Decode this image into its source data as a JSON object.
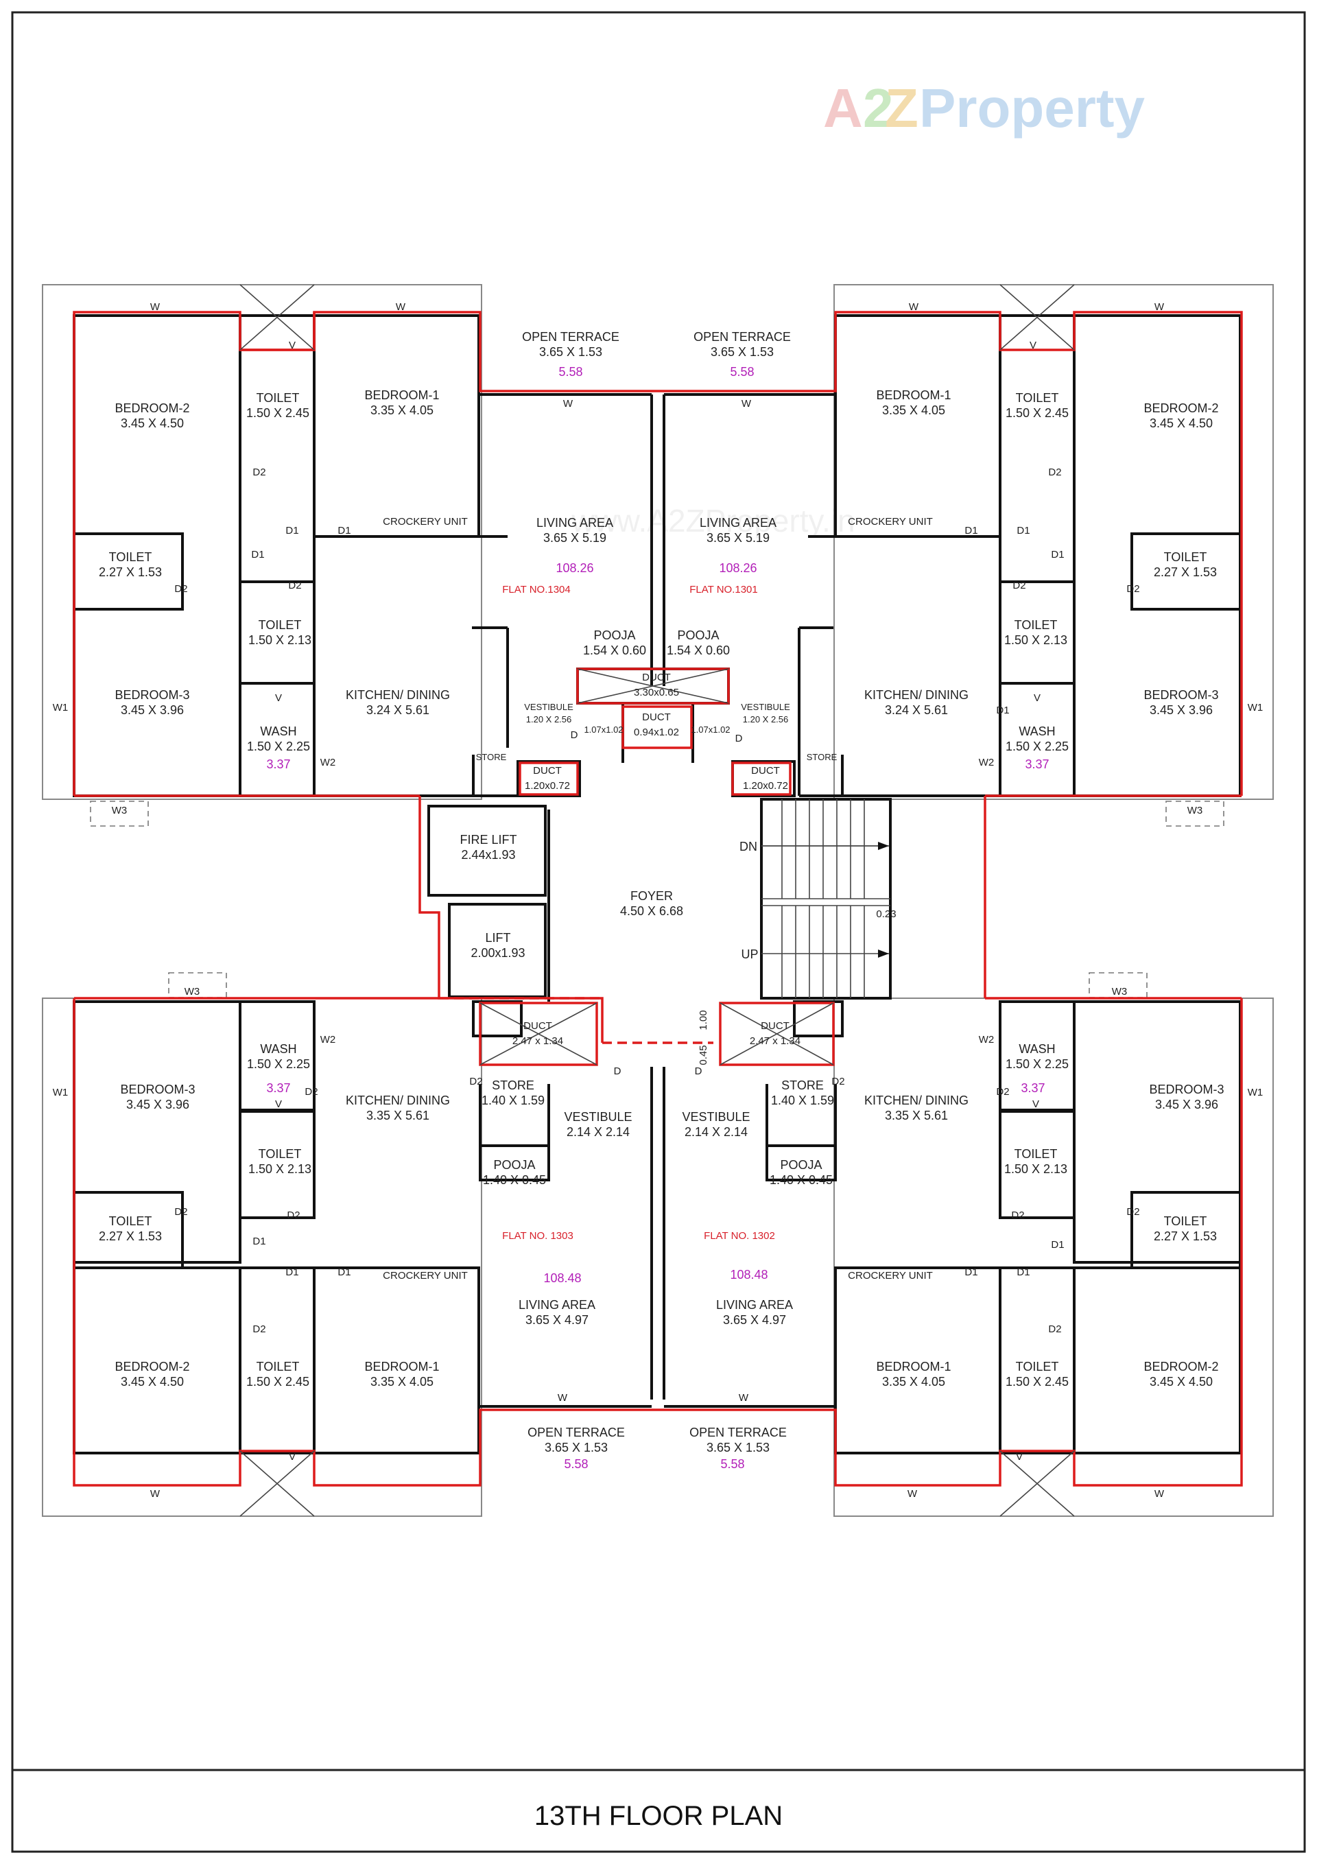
{
  "watermark": {
    "logo_a": "A",
    "logo_2": "2",
    "logo_z": "Z",
    "logo_rest": " Property",
    "text": "www.A2ZProperty.in"
  },
  "title": "13TH FLOOR PLAN",
  "colors": {
    "red_outline": "#dd1c1c",
    "magenta_area": "#b21fb8",
    "wall": "#111111"
  },
  "core": {
    "fire_lift": {
      "name": "FIRE LIFT",
      "size": "2.44x1.93"
    },
    "lift": {
      "name": "LIFT",
      "size": "2.00x1.93"
    },
    "foyer": {
      "name": "FOYER",
      "size": "4.50 X 6.68"
    },
    "stair_dn": "DN",
    "stair_up": "UP",
    "dim_023": "0.23",
    "dim_100": "1.00",
    "dim_045": "0.45",
    "duct_top": {
      "name": "DUCT",
      "size": "3.30x0.65"
    },
    "duct_mid": {
      "name": "DUCT",
      "size": "0.94x1.02"
    },
    "duct_left": {
      "name": "DUCT",
      "size": "1.20x0.72"
    },
    "duct_right": {
      "name": "DUCT",
      "size": "1.20x0.72"
    },
    "dim_107a": "1.07x1.02",
    "dim_107b": "1.07x1.02",
    "duct_bl": {
      "name": "DUCT",
      "size": "2.47 x 1.34"
    },
    "duct_br": {
      "name": "DUCT",
      "size": "2.47 x 1.34"
    }
  },
  "labels": {
    "w": "W",
    "w1": "W1",
    "w2": "W2",
    "w3": "W3",
    "v": "V",
    "d": "D",
    "d1": "D1",
    "d2": "D2",
    "store": "STORE"
  },
  "flats": {
    "f1304": {
      "flat": "FLAT NO.1304",
      "area": "108.26",
      "bed2": {
        "name": "BEDROOM-2",
        "size": "3.45 X 4.50"
      },
      "toilet_b2": {
        "name": "TOILET",
        "size": "1.50 X 2.45"
      },
      "bed1": {
        "name": "BEDROOM-1",
        "size": "3.35 X 4.05"
      },
      "terrace": {
        "name": "OPEN TERRACE",
        "size": "3.65 X 1.53",
        "area": "5.58"
      },
      "crockery": "CROCKERY UNIT",
      "living": {
        "name": "LIVING AREA",
        "size": "3.65 X 5.19"
      },
      "toilet_side": {
        "name": "TOILET",
        "size": "2.27 X 1.53"
      },
      "toilet_b3": {
        "name": "TOILET",
        "size": "1.50 X 2.13"
      },
      "bed3": {
        "name": "BEDROOM-3",
        "size": "3.45 X 3.96"
      },
      "wash": {
        "name": "WASH",
        "size": "1.50 X 2.25",
        "area": "3.37"
      },
      "kitchen": {
        "name": "KITCHEN/ DINING",
        "size": "3.24 X 5.61"
      },
      "pooja": {
        "name": "POOJA",
        "size": "1.54 X 0.60"
      },
      "vestibule": {
        "name": "VESTIBULE",
        "size": "1.20 X 2.56"
      }
    },
    "f1301": {
      "flat": "FLAT NO.1301",
      "area": "108.26",
      "bed2": {
        "name": "BEDROOM-2",
        "size": "3.45 X 4.50"
      },
      "toilet_b2": {
        "name": "TOILET",
        "size": "1.50 X 2.45"
      },
      "bed1": {
        "name": "BEDROOM-1",
        "size": "3.35 X 4.05"
      },
      "terrace": {
        "name": "OPEN TERRACE",
        "size": "3.65 X 1.53",
        "area": "5.58"
      },
      "crockery": "CROCKERY UNIT",
      "living": {
        "name": "LIVING AREA",
        "size": "3.65 X 5.19"
      },
      "toilet_side": {
        "name": "TOILET",
        "size": "2.27 X 1.53"
      },
      "toilet_b3": {
        "name": "TOILET",
        "size": "1.50 X 2.13"
      },
      "bed3": {
        "name": "BEDROOM-3",
        "size": "3.45 X 3.96"
      },
      "wash": {
        "name": "WASH",
        "size": "1.50 X 2.25",
        "area": "3.37"
      },
      "kitchen": {
        "name": "KITCHEN/ DINING",
        "size": "3.24 X 5.61"
      },
      "pooja": {
        "name": "POOJA",
        "size": "1.54 X 0.60"
      },
      "vestibule": {
        "name": "VESTIBULE",
        "size": "1.20 X 2.56"
      }
    },
    "f1303": {
      "flat": "FLAT NO. 1303",
      "area": "108.48",
      "bed3": {
        "name": "BEDROOM-3",
        "size": "3.45 X 3.96"
      },
      "wash": {
        "name": "WASH",
        "size": "1.50 X 2.25",
        "area": "3.37"
      },
      "kitchen": {
        "name": "KITCHEN/ DINING",
        "size": "3.35 X 5.61"
      },
      "store": {
        "name": "STORE",
        "size": "1.40 X 1.59"
      },
      "vestibule": {
        "name": "VESTIBULE",
        "size": "2.14 X 2.14"
      },
      "pooja": {
        "name": "POOJA",
        "size": "1.40 X 0.45"
      },
      "toilet_b3": {
        "name": "TOILET",
        "size": "1.50 X 2.13"
      },
      "toilet_side": {
        "name": "TOILET",
        "size": "2.27 X 1.53"
      },
      "crockery": "CROCKERY UNIT",
      "living": {
        "name": "LIVING AREA",
        "size": "3.65 X 4.97"
      },
      "bed2": {
        "name": "BEDROOM-2",
        "size": "3.45 X 4.50"
      },
      "toilet_b2": {
        "name": "TOILET",
        "size": "1.50 X 2.45"
      },
      "bed1": {
        "name": "BEDROOM-1",
        "size": "3.35 X 4.05"
      },
      "terrace": {
        "name": "OPEN TERRACE",
        "size": "3.65 X 1.53",
        "area": "5.58"
      }
    },
    "f1302": {
      "flat": "FLAT NO. 1302",
      "area": "108.48",
      "bed3": {
        "name": "BEDROOM-3",
        "size": "3.45 X 3.96"
      },
      "wash": {
        "name": "WASH",
        "size": "1.50 X 2.25",
        "area": "3.37"
      },
      "kitchen": {
        "name": "KITCHEN/ DINING",
        "size": "3.35 X 5.61"
      },
      "store": {
        "name": "STORE",
        "size": "1.40 X 1.59"
      },
      "vestibule": {
        "name": "VESTIBULE",
        "size": "2.14 X 2.14"
      },
      "pooja": {
        "name": "POOJA",
        "size": "1.40 X 0.45"
      },
      "toilet_b3": {
        "name": "TOILET",
        "size": "1.50 X 2.13"
      },
      "toilet_side": {
        "name": "TOILET",
        "size": "2.27 X 1.53"
      },
      "crockery": "CROCKERY UNIT",
      "living": {
        "name": "LIVING AREA",
        "size": "3.65 X 4.97"
      },
      "bed2": {
        "name": "BEDROOM-2",
        "size": "3.45 X 4.50"
      },
      "toilet_b2": {
        "name": "TOILET",
        "size": "1.50 X 2.45"
      },
      "bed1": {
        "name": "BEDROOM-1",
        "size": "3.35 X 4.05"
      },
      "terrace": {
        "name": "OPEN TERRACE",
        "size": "3.65 X 1.53",
        "area": "5.58"
      }
    }
  }
}
